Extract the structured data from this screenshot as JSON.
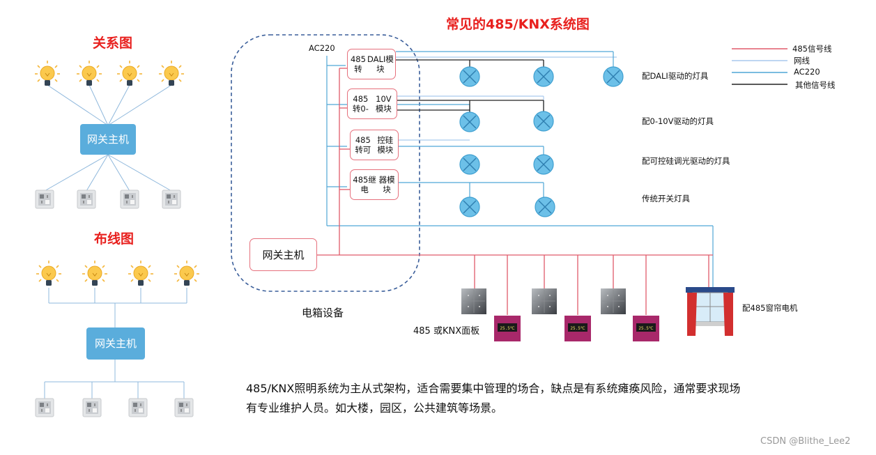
{
  "left": {
    "relation_title": "关系图",
    "wiring_title": "布线图",
    "gateway_label_top": "网关主机",
    "gateway_label_bottom": "网关主机"
  },
  "main": {
    "title": "常见的485/KNX系统图",
    "ac_label": "AC220",
    "gateway_label": "网关主机",
    "cabinet_label": "电箱设备",
    "modules": [
      {
        "label": "485转DALI模块"
      },
      {
        "label": "485转0-10V模块"
      },
      {
        "label": "485转可控硅模块"
      },
      {
        "label": "485继电器模块"
      }
    ],
    "lamp_rows": [
      {
        "label": "配DALI驱动的灯具"
      },
      {
        "label": "配0-10V驱动的灯具"
      },
      {
        "label": "配可控硅调光驱动的灯具"
      },
      {
        "label": "传统开关灯具"
      }
    ],
    "panel_label": "485 或KNX面板",
    "panel_display": "25.5℃",
    "curtain_label": "配485窗帘电机"
  },
  "legend": {
    "items": [
      {
        "label": "485信号线",
        "color": "#e05a6a"
      },
      {
        "label": "网线",
        "color": "#a9c9ee"
      },
      {
        "label": "AC220",
        "color": "#4fa6d6"
      },
      {
        "label": "其他信号线",
        "color": "#222222"
      }
    ]
  },
  "description": {
    "line1": "485/KNX照明系统为主从式架构，适合需要集中管理的场合，缺点是有系统瘫痪风险，通常要求现场",
    "line2": "有专业维护人员。如大楼，园区，公共建筑等场景。"
  },
  "watermark": "CSDN @Blithe_Lee2",
  "colors": {
    "title_red": "#e8201e",
    "gateway_blue": "#5aaddc",
    "signal_485": "#e05a6a",
    "ac220": "#4fa6d6",
    "network": "#a9c9ee",
    "other_signal": "#222222",
    "lamp_fill": "#6cc0e8",
    "panel_magenta": "#a8286a"
  },
  "icons": [
    "light-bulb-icon",
    "wall-switch-icon",
    "lamp-x-icon",
    "switch-panel-icon",
    "thermostat-panel-icon",
    "curtain-window-icon"
  ]
}
